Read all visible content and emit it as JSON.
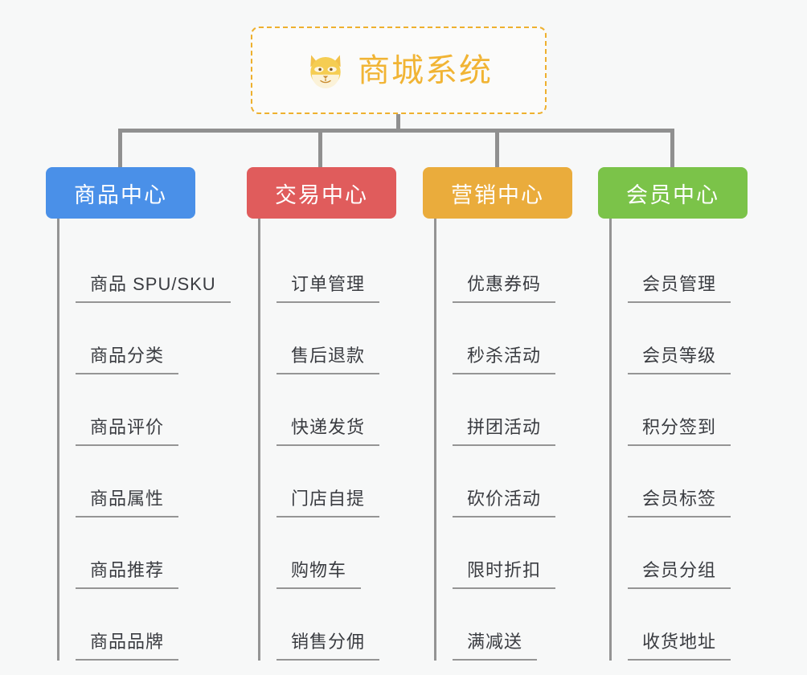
{
  "root": {
    "title": "商城系统",
    "icon": "shiba-dog-emoji",
    "accent_color": "#f1b434",
    "border_style": "dashed"
  },
  "connector_color": "#909090",
  "canvas": {
    "background": "#f7f8f8"
  },
  "categories": [
    {
      "label": "商品中心",
      "color": "#4a90e8",
      "items": [
        {
          "label": "商品 SPU/SKU"
        },
        {
          "label": "商品分类"
        },
        {
          "label": "商品评价"
        },
        {
          "label": "商品属性"
        },
        {
          "label": "商品推荐"
        },
        {
          "label": "商品品牌"
        }
      ]
    },
    {
      "label": "交易中心",
      "color": "#e05c5c",
      "items": [
        {
          "label": "订单管理"
        },
        {
          "label": "售后退款"
        },
        {
          "label": "快递发货"
        },
        {
          "label": "门店自提"
        },
        {
          "label": "购物车"
        },
        {
          "label": "销售分佣"
        }
      ]
    },
    {
      "label": "营销中心",
      "color": "#eaac3c",
      "items": [
        {
          "label": "优惠券码"
        },
        {
          "label": "秒杀活动"
        },
        {
          "label": "拼团活动"
        },
        {
          "label": "砍价活动"
        },
        {
          "label": "限时折扣"
        },
        {
          "label": "满减送"
        }
      ]
    },
    {
      "label": "会员中心",
      "color": "#7bc349",
      "items": [
        {
          "label": "会员管理"
        },
        {
          "label": "会员等级"
        },
        {
          "label": "积分签到"
        },
        {
          "label": "会员标签"
        },
        {
          "label": "会员分组"
        },
        {
          "label": "收货地址"
        }
      ]
    }
  ]
}
